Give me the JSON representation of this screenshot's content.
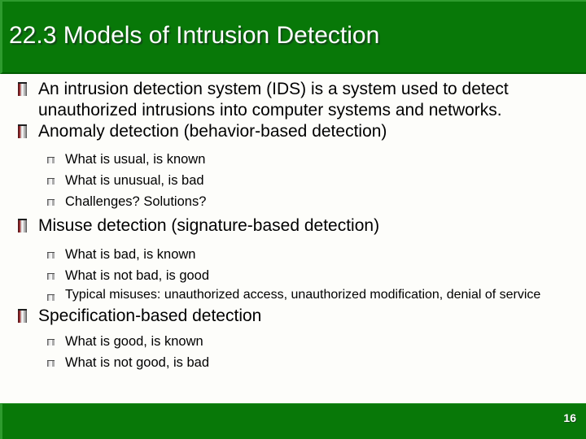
{
  "slide": {
    "title": "22.3 Models of Intrusion Detection",
    "colors": {
      "header_green": "#087808",
      "header_border_light": "#2e9b2e",
      "header_border_dark": "#015c01",
      "title_text": "#ffffff",
      "body_text": "#000000",
      "bullet_maroon": "#7d1418",
      "bullet_gray": "#c4c4c4",
      "background": "#fdfdfa"
    },
    "bullets": [
      {
        "level": 1,
        "text": "An intrusion detection system (IDS) is a system used to detect unauthorized intrusions into computer systems and networks."
      },
      {
        "level": 1,
        "text": "Anomaly detection (behavior-based detection)"
      },
      {
        "level": 2,
        "text": "What is usual, is known"
      },
      {
        "level": 2,
        "text": "What is unusual, is bad"
      },
      {
        "level": 2,
        "text": "Challenges? Solutions?"
      },
      {
        "level": 1,
        "text": "Misuse detection (signature-based detection)"
      },
      {
        "level": 2,
        "text": "What is bad, is known"
      },
      {
        "level": 2,
        "text": "What is not bad, is good"
      },
      {
        "level": 2,
        "text": "Typical misuses: unauthorized access, unauthorized modification, denial of service"
      },
      {
        "level": 1,
        "text": "Specification-based detection"
      },
      {
        "level": 2,
        "text": "What is good, is known"
      },
      {
        "level": 2,
        "text": "What is not good, is bad"
      }
    ],
    "footer": {
      "page_number": "16"
    }
  }
}
